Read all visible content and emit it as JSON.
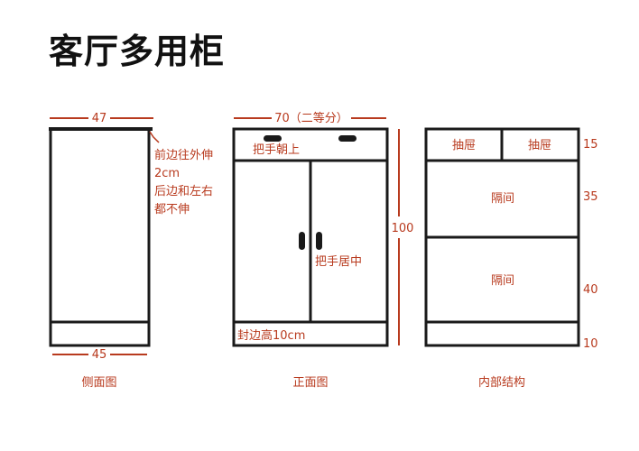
{
  "title": "客厅多用柜",
  "colors": {
    "outline": "#1a1a1a",
    "annotation": "#b83a1e"
  },
  "side": {
    "width_top": "47",
    "width_bottom": "45",
    "note_lines": [
      "前边往外伸",
      "2cm",
      "后边和左右",
      "都不伸"
    ],
    "caption": "侧面图"
  },
  "front": {
    "width": "70（二等分）",
    "height": "100",
    "handle_top": "把手朝上",
    "handle_center": "把手居中",
    "base_note": "封边高10cm",
    "caption": "正面图"
  },
  "interior": {
    "drawer_left": "抽屉",
    "drawer_right": "抽屉",
    "shelf_top": "隔间",
    "shelf_bottom": "隔间",
    "h1": "15",
    "h2": "35",
    "h3": "40",
    "h4": "10",
    "caption": "内部结构"
  }
}
